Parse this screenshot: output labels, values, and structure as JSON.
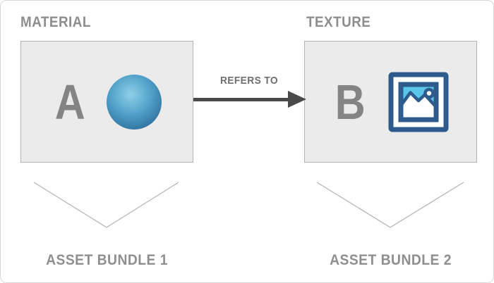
{
  "diagram": {
    "material": {
      "heading": "MATERIAL",
      "letter": "A",
      "icon": "sphere-icon",
      "bundle_label": "ASSET BUNDLE 1"
    },
    "texture": {
      "heading": "TEXTURE",
      "letter": "B",
      "icon": "image-icon",
      "bundle_label": "ASSET BUNDLE 2"
    },
    "relation": {
      "label": "REFERS TO"
    }
  },
  "colors": {
    "heading_gray": "#8e8e8e",
    "letter_gray": "#848484",
    "label_gray": "#8f8f8f",
    "relation_text": "#6f6f6f",
    "arrow_dark": "#4a4a4a",
    "chevron_gray": "#b5b5b5",
    "box_bg": "#ebebeb",
    "box_border": "#b3b3b3",
    "card_border": "#d9d9d9",
    "card_bg": "#ffffff",
    "icon_blue": "#2d5c8c",
    "icon_sky": "#5ac6ea",
    "sphere_highlight": "#8fd0e8",
    "sphere_mid": "#4f9fc8",
    "sphere_edge": "#2e6e9c"
  }
}
